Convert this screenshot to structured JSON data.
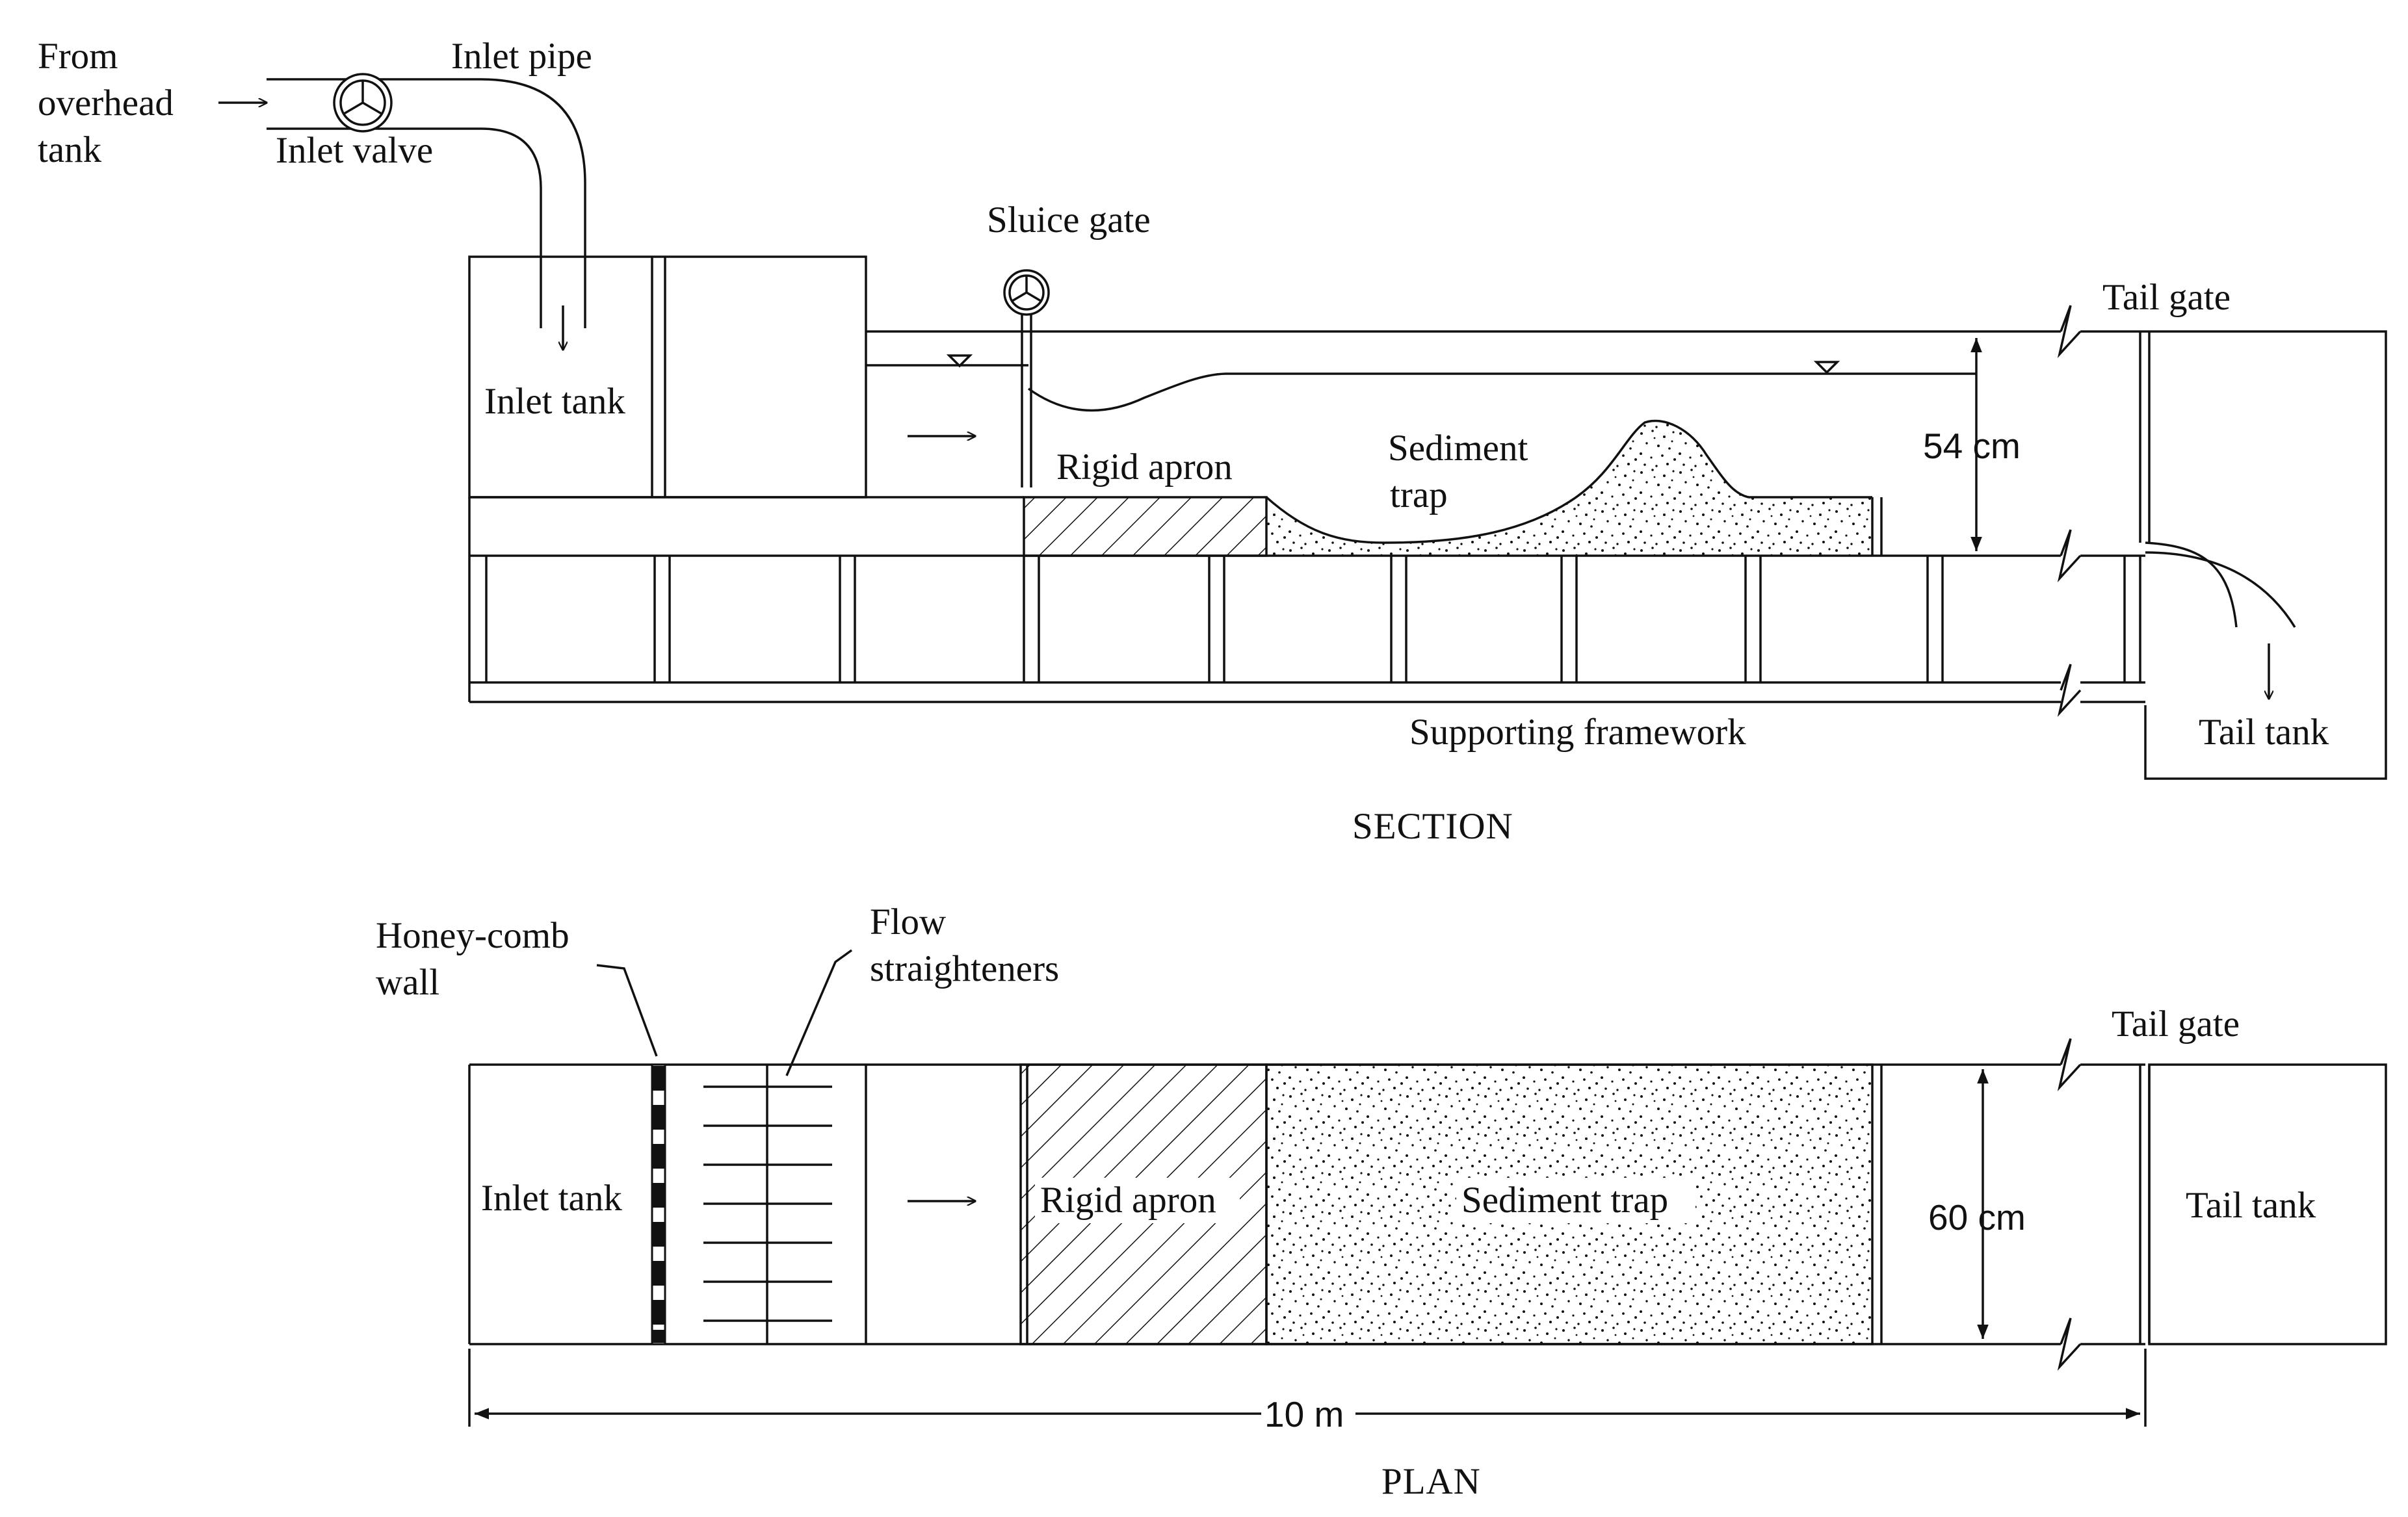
{
  "section": {
    "caption": "SECTION",
    "from_tank": [
      "From",
      "overhead",
      "tank"
    ],
    "inlet_pipe": "Inlet pipe",
    "inlet_valve": "Inlet valve",
    "inlet_tank": "Inlet tank",
    "sluice_gate": "Sluice gate",
    "tail_gate": "Tail gate",
    "rigid_apron": "Rigid apron",
    "sediment_trap": [
      "Sediment",
      "trap"
    ],
    "depth_dim": "54 cm",
    "supporting_framework": "Supporting framework",
    "tail_tank": "Tail tank"
  },
  "plan": {
    "caption": "PLAN",
    "honeycomb_wall": [
      "Honey-comb",
      "wall"
    ],
    "flow_straighteners": [
      "Flow",
      "straighteners"
    ],
    "tail_gate": "Tail gate",
    "inlet_tank": "Inlet tank",
    "rigid_apron": "Rigid apron",
    "sediment_trap": "Sediment trap",
    "width_dim": "60 cm",
    "tail_tank": "Tail tank",
    "length_dim": "10 m"
  }
}
